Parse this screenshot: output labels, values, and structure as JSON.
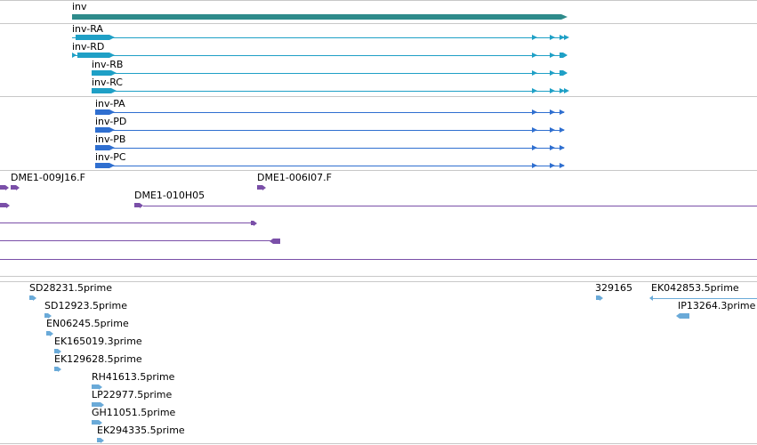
{
  "colors": {
    "gene": "#2e8b8b",
    "mrna": "#1fa0c6",
    "protein": "#2f6fd0",
    "clone": "#7a4fa8",
    "est": "#6aaad8",
    "separator": "#c8c8c8"
  },
  "tracks": {
    "gene": {
      "label": "inv"
    },
    "mrna": [
      {
        "label": "inv-RA"
      },
      {
        "label": "inv-RD"
      },
      {
        "label": "inv-RB"
      },
      {
        "label": "inv-RC"
      }
    ],
    "protein": [
      {
        "label": "inv-PA"
      },
      {
        "label": "inv-PD"
      },
      {
        "label": "inv-PB"
      },
      {
        "label": "inv-PC"
      }
    ],
    "clones": [
      {
        "label": "DME1-009J16.F"
      },
      {
        "label": "DME1-006I07.F"
      },
      {
        "label": "DME1-010H05"
      }
    ],
    "est": [
      {
        "label": "SD28231.5prime"
      },
      {
        "label": "SD12923.5prime"
      },
      {
        "label": "EN06245.5prime"
      },
      {
        "label": "EK165019.3prime"
      },
      {
        "label": "EK129628.5prime"
      },
      {
        "label": "RH41613.5prime"
      },
      {
        "label": "LP22977.5prime"
      },
      {
        "label": "GH11051.5prime"
      },
      {
        "label": "EK294335.5prime"
      },
      {
        "label": "329165"
      },
      {
        "label": "EK042853.5prime"
      },
      {
        "label": "IP13264.3prime"
      }
    ]
  }
}
